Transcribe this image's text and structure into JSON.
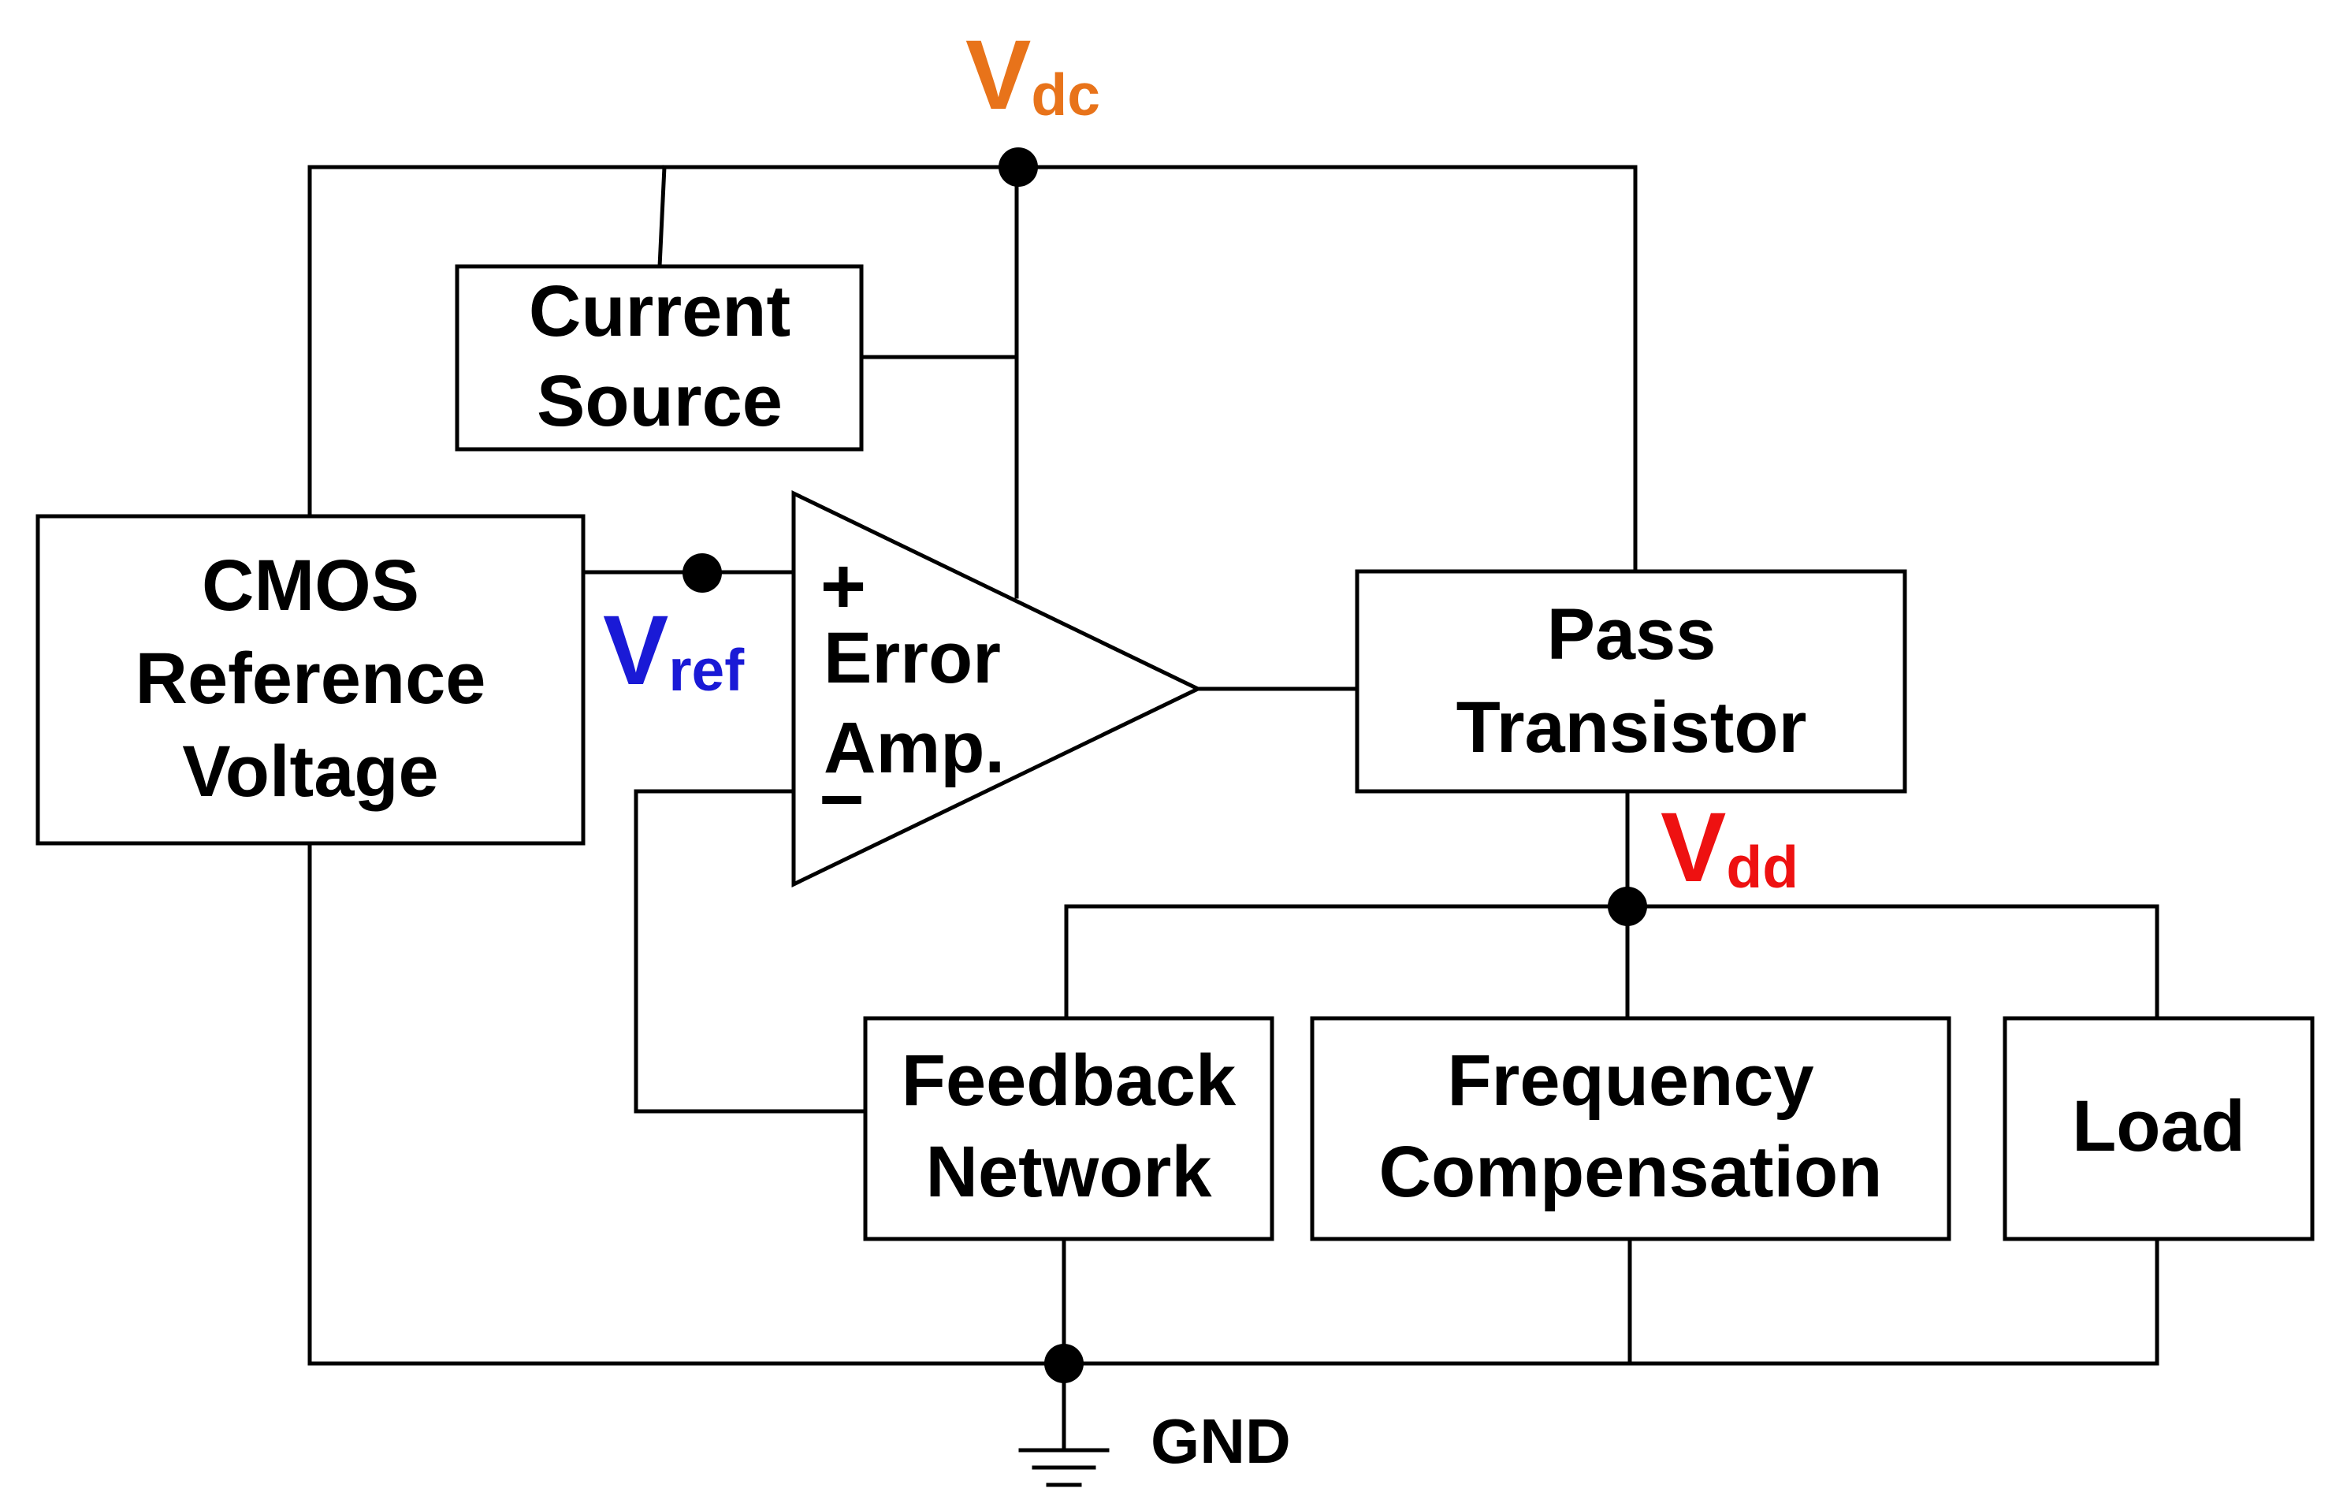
{
  "diagram": {
    "blocks": {
      "current_source": {
        "lines": [
          "Current",
          "Source"
        ]
      },
      "cmos_reference": {
        "lines": [
          "CMOS",
          "Reference",
          "Voltage"
        ]
      },
      "error_amp": {
        "lines": [
          "Error",
          "Amp."
        ],
        "plus": "+",
        "minus": "–"
      },
      "pass_transistor": {
        "lines": [
          "Pass",
          "Transistor"
        ]
      },
      "feedback_network": {
        "lines": [
          "Feedback",
          "Network"
        ]
      },
      "frequency_compensation": {
        "lines": [
          "Frequency",
          "Compensation"
        ]
      },
      "load": {
        "lines": [
          "Load"
        ]
      }
    },
    "nodes": {
      "vdc": {
        "main": "V",
        "sub": "dc",
        "color": "#e8731a"
      },
      "vref": {
        "main": "V",
        "sub": "ref",
        "color": "#1a1ad6"
      },
      "vdd": {
        "main": "V",
        "sub": "dd",
        "color": "#ee1111"
      },
      "gnd": {
        "label": "GND"
      }
    }
  }
}
